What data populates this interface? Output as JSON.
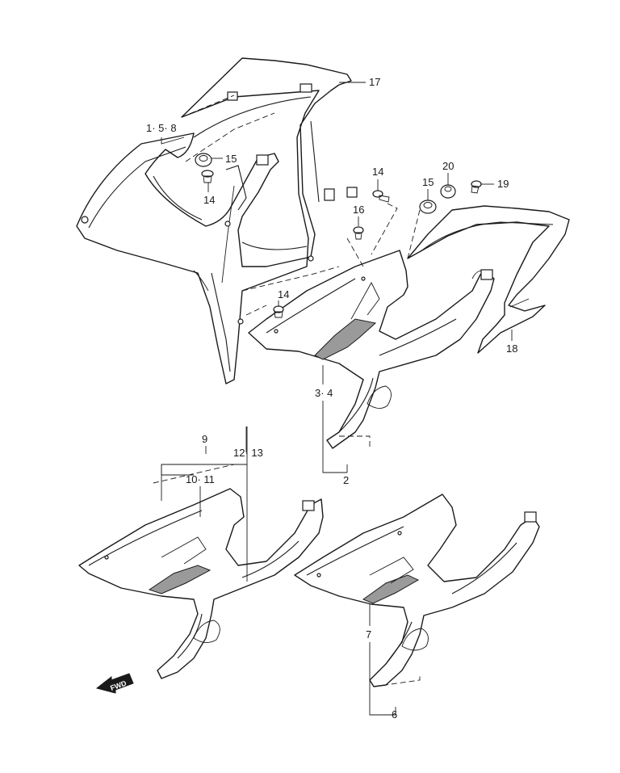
{
  "callouts": {
    "c17": "17",
    "c158": "1· 5· 8",
    "c15a": "15",
    "c14a": "14",
    "c14b": "14",
    "c16": "16",
    "c15b": "15",
    "c20": "20",
    "c19": "19",
    "c14c": "14",
    "c18": "18",
    "c34": "3· 4",
    "c2": "2",
    "c9": "9",
    "c1213": "12· 13",
    "c1011": "10· 11",
    "c7": "7",
    "c6": "6"
  },
  "fwd_label": "FWD",
  "colors": {
    "line": "#1a1a1a",
    "emblem": "#9a9a9a",
    "background": "#ffffff"
  }
}
